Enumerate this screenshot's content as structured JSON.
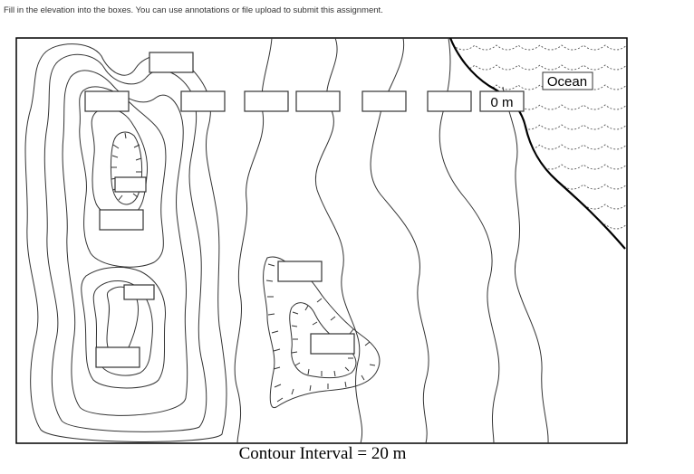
{
  "instructions": "Fill in the elevation into the boxes. You can use annotations or file upload to submit this assignment.",
  "map": {
    "zero_label": "0 m",
    "ocean_label": "Ocean",
    "answer_boxes": [
      "",
      "",
      "",
      "",
      "",
      "",
      "",
      "",
      "",
      "",
      "",
      "",
      "",
      "",
      ""
    ]
  },
  "caption": "Contour Interval = 20 m"
}
